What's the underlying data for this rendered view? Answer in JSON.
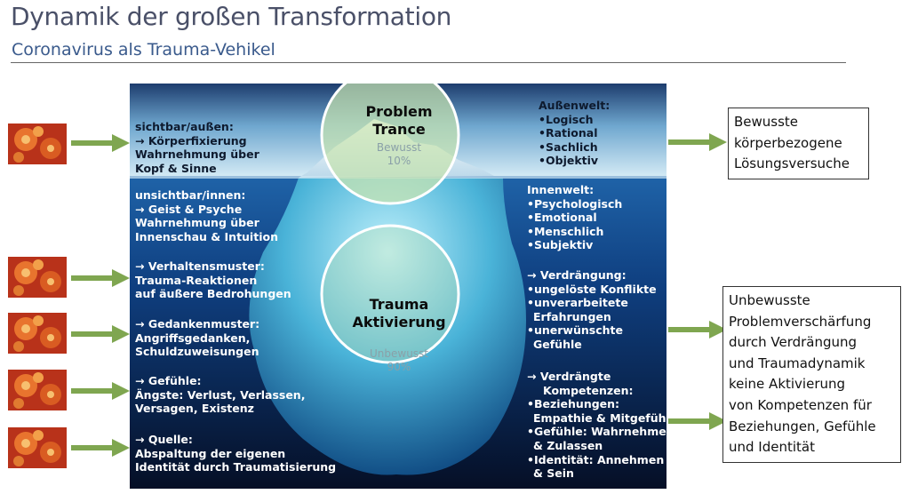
{
  "title": "Dynamik der großen Transformation",
  "subtitle": "Coronavirus als Trauma-Vehikel",
  "colors": {
    "arrow": "#7fa650",
    "circle_fill": "#c6e3b0",
    "sea_deep": "#081a3a",
    "sky": "#cde6f2"
  },
  "icons": {
    "virus": "coronavirus-image-icon",
    "arrow": "green-arrow-right-icon"
  },
  "circle_top": {
    "label_1": "Problem",
    "label_2": "Trance",
    "sub_1": "Bewusst",
    "sub_2": "10%"
  },
  "circle_bottom": {
    "label_1": "Trauma",
    "label_2": "Aktivierung",
    "sub_1": "Unbewusst",
    "sub_2": "90%"
  },
  "left": {
    "outer": [
      "sichtbar/außen:",
      "→ Körperfixierung",
      "Wahrnehmung über",
      "Kopf & Sinne"
    ],
    "inner": [
      "unsichtbar/innen:",
      "→ Geist & Psyche",
      "Wahrnehmung über",
      "Innenschau & Intuition"
    ],
    "behavior": [
      "→ Verhaltensmuster:",
      "Trauma-Reaktionen",
      "auf äußere Bedrohungen"
    ],
    "thoughts": [
      "→ Gedankenmuster:",
      "Angriffsgedanken,",
      "Schuldzuweisungen"
    ],
    "feelings": [
      "→ Gefühle:",
      "Ängste: Verlust, Verlassen,",
      "Versagen, Existenz"
    ],
    "source": [
      "→ Quelle:",
      "Abspaltung der eigenen",
      "Identität durch Traumatisierung"
    ]
  },
  "right": {
    "outer_title": "Außenwelt:",
    "outer_items": [
      "•Logisch",
      "•Rational",
      "•Sachlich",
      "•Objektiv"
    ],
    "inner_title": "Innenwelt:",
    "inner_items": [
      "•Psychologisch",
      "•Emotional",
      "•Menschlich",
      "•Subjektiv"
    ],
    "repression_title": "→ Verdrängung:",
    "repression_items": [
      "•ungelöste Konflikte",
      "•unverarbeitete",
      "Erfahrungen",
      "•unerwünschte",
      "Gefühle"
    ],
    "competence_title_1": "→ Verdrängte",
    "competence_title_2": "Kompetenzen:",
    "competence_items": [
      "•Beziehungen:",
      "Empathie & Mitgefühl",
      "•Gefühle: Wahrnehmen",
      "& Zulassen",
      "•Identität: Annehmen",
      "& Sein"
    ]
  },
  "box_conscious": [
    "Bewusste",
    "körperbezogene",
    "Lösungsversuche"
  ],
  "box_unconscious": [
    "Unbewusste",
    "Problemverschärfung",
    "durch Verdrängung",
    "und Traumadynamik",
    "keine Aktivierung",
    "von Kompetenzen für",
    "Beziehungen, Gefühle",
    "und Identität"
  ]
}
